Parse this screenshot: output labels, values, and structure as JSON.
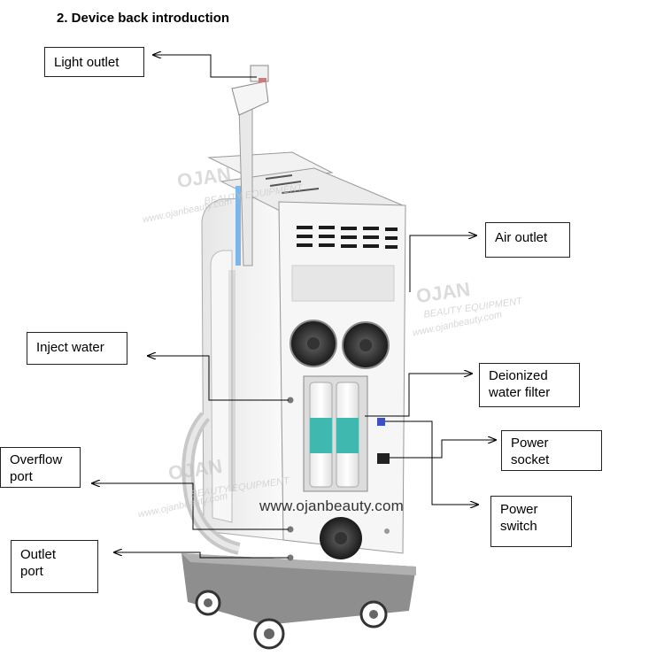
{
  "heading": "2.  Device back introduction",
  "labels": {
    "light_outlet": "Light outlet",
    "air_outlet": "Air outlet",
    "inject_water": "Inject water",
    "deionized_filter_line1": "Deionized",
    "deionized_filter_line2": "water filter",
    "power_socket_line1": "Power",
    "power_socket_line2": "socket",
    "overflow_port_line1": "Overflow",
    "overflow_port_line2": "port",
    "power_switch_line1": "Power",
    "power_switch_line2": "switch",
    "outlet_port_line1": "Outlet",
    "outlet_port_line2": "port"
  },
  "watermark": {
    "url": "www.ojanbeauty.com",
    "brand": "OJAN",
    "tagline": "BEAUTY EQUIPMENT",
    "small_url": "www.ojanbeauty.com"
  },
  "colors": {
    "device_body": "#f2f2f2",
    "device_outline": "#9a9a9a",
    "base": "#8c8c8c",
    "filter_teal": "#3fb8b0",
    "cable": "#c8c8c8",
    "arrow": "#000000"
  }
}
